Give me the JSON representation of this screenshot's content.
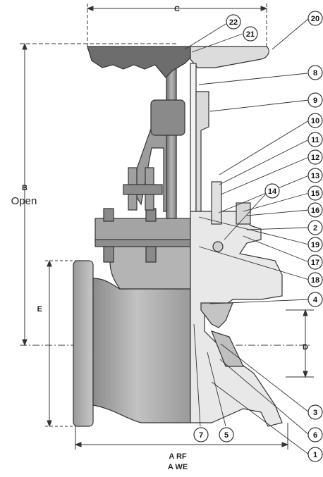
{
  "diagram": {
    "dimensions": {
      "c": "C",
      "b": "B",
      "b_note": "Open",
      "e": "E",
      "d": "D",
      "a_rf": "A RF",
      "a_we": "A WE"
    },
    "callouts": [
      "22",
      "21",
      "20",
      "8",
      "9",
      "10",
      "11",
      "12",
      "13",
      "14",
      "15",
      "16",
      "2",
      "19",
      "17",
      "18",
      "4",
      "3",
      "6",
      "1",
      "7",
      "5"
    ],
    "colors": {
      "body_fill": "#a8a8a8",
      "body_dark": "#7a7a7a",
      "section_fill": "#e6e6e6",
      "line": "#333333"
    }
  }
}
